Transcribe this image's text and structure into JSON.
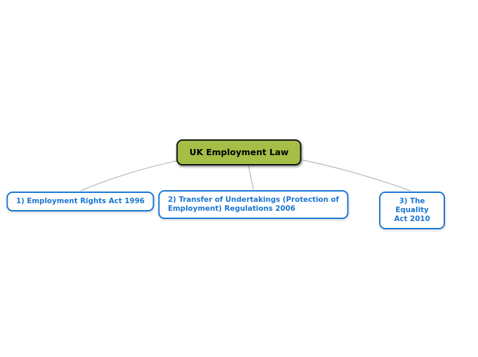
{
  "canvas": {
    "background": "#ffffff"
  },
  "mindmap": {
    "root": {
      "label": "UK Employment Law",
      "fill": "#a5be46",
      "border_color": "#141414",
      "text_color": "#000000"
    },
    "children": [
      {
        "label": "1) Employment Rights Act 1996"
      },
      {
        "label": "2) Transfer of Undertakings (Protection of\nEmployment) Regulations 2006"
      },
      {
        "label": "3) The Equality Act 2010"
      }
    ],
    "child_style": {
      "fill": "#ffffff",
      "border_color": "#1976d2",
      "text_color": "#1976d2"
    },
    "connector_color": "#b6b6b6"
  }
}
